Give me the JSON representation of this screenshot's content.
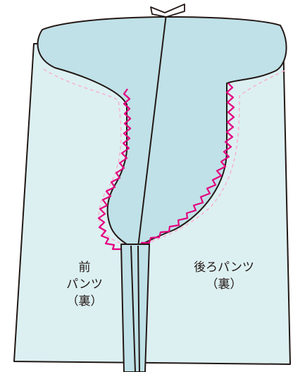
{
  "labels": {
    "front": [
      "前",
      "パンツ",
      "（裏）"
    ],
    "back": [
      "後ろパンツ",
      "（裏）"
    ]
  },
  "colors": {
    "fabric_back": "#dcf0f2",
    "fabric_front": "#bfe1e7",
    "outline": "#231815",
    "zigzag_stitch": "#e4007f",
    "seam_guide": "#f4b6cf"
  }
}
